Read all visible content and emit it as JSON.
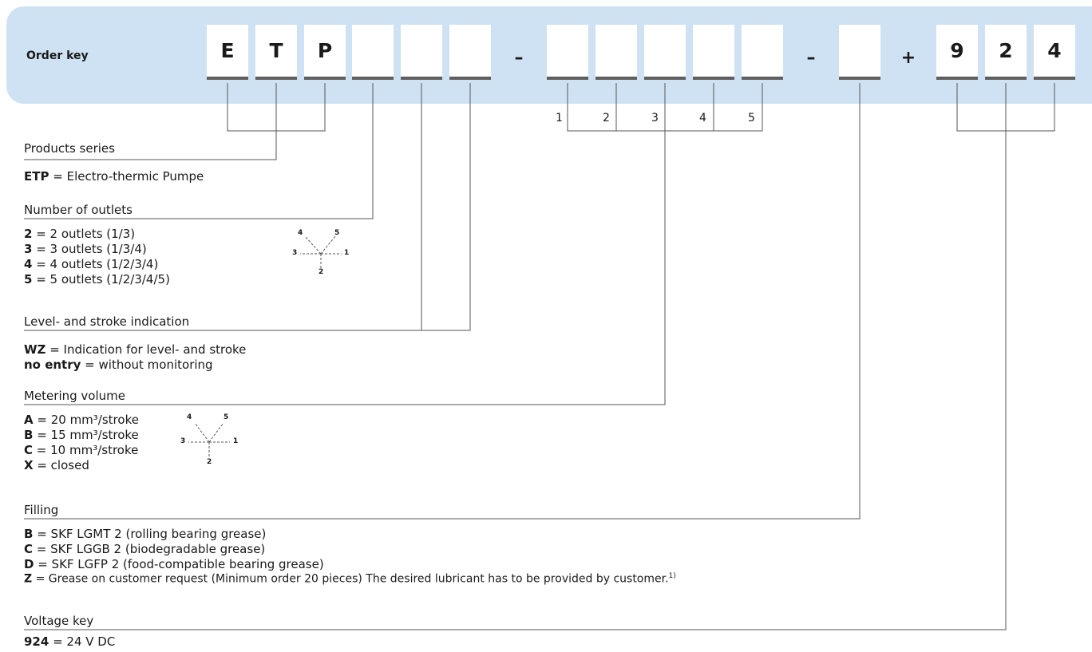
{
  "header": {
    "title": "Order key",
    "boxes": [
      "E",
      "T",
      "P",
      "",
      "",
      "",
      "",
      "",
      "",
      "",
      "",
      "",
      "9",
      "2",
      "4"
    ],
    "dash_1": "–",
    "dash_2": "–",
    "plus": "+",
    "position_labels": [
      "1",
      "2",
      "3",
      "4",
      "5"
    ]
  },
  "sections": [
    {
      "heading": "Products series",
      "rows": [
        {
          "key": "ETP",
          "text": " = Electro-thermic Pumpe"
        }
      ]
    },
    {
      "heading": "Number of outlets",
      "rows": [
        {
          "key": "2",
          "text": " = 2 outlets (1/3)"
        },
        {
          "key": "3",
          "text": " = 3 outlets (1/3/4)"
        },
        {
          "key": "4",
          "text": " = 4 outlets (1/2/3/4)"
        },
        {
          "key": "5",
          "text": " = 5 outlets (1/2/3/4/5)"
        }
      ]
    },
    {
      "heading": "Level- and stroke indication",
      "rows": [
        {
          "key": "WZ",
          "text": " = Indication for level- and stroke"
        },
        {
          "key": "no entry",
          "text": " = without monitoring"
        }
      ]
    },
    {
      "heading": "Metering volume",
      "rows": [
        {
          "key": "A",
          "text": " = 20 mm³/stroke"
        },
        {
          "key": "B",
          "text": " = 15 mm³/stroke"
        },
        {
          "key": "C",
          "text": " = 10 mm³/stroke"
        },
        {
          "key": "X",
          "text": " = closed"
        }
      ]
    },
    {
      "heading": "Filling",
      "rows": [
        {
          "key": "B",
          "text": " = SKF LGMT 2 (rolling bearing grease)"
        },
        {
          "key": "C",
          "text": " = SKF LGGB 2 (biodegradable grease)"
        },
        {
          "key": "D",
          "text": " = SKF LGFP 2 (food-compatible bearing grease)"
        },
        {
          "key": "Z",
          "text": " = Grease on customer request (Minimum order 20 pieces) The desired lubricant has to be provided by customer.",
          "sup": "1)"
        }
      ]
    },
    {
      "heading": "Voltage key",
      "rows": [
        {
          "key": "924",
          "text": " = 24 V DC"
        }
      ]
    }
  ],
  "outlet_diagram": {
    "labels": [
      "4",
      "5",
      "3",
      "1",
      "2"
    ]
  },
  "colors": {
    "band": "#cfe2f3",
    "box_underline": "#5f5f5f",
    "line": "#555555"
  }
}
